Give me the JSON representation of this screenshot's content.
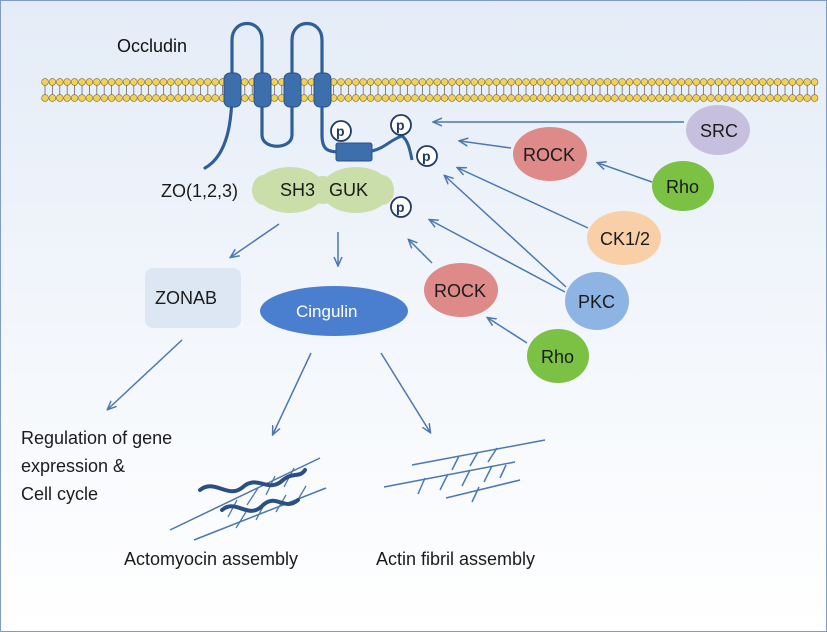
{
  "labels": {
    "occludin": "Occludin",
    "zo": "ZO(1,2,3)",
    "sh3": "SH3",
    "guk": "GUK",
    "zonab": "ZONAB",
    "cingulin": "Cingulin",
    "regulation_line1": "Regulation of gene",
    "regulation_line2": "expression &",
    "regulation_line3": "Cell cycle",
    "actomyocin": "Actomyocin assembly",
    "actin": "Actin fibril assembly",
    "phospho": "p"
  },
  "kinases": {
    "src": "SRC",
    "rock_top": "ROCK",
    "rho_top": "Rho",
    "ck": "CK1/2",
    "pkc": "PKC",
    "rock_bottom": "ROCK",
    "rho_bottom": "Rho"
  },
  "colors": {
    "background_top": "#e4ecf7",
    "arrow": "#4a78b0",
    "membrane_head": "#f2d15a",
    "protein_dark": "#2f5f99",
    "zo_green": "#c9dea9",
    "zonab": "#dde7f3",
    "cingulin": "#4a7fcf",
    "src": "#c6c0de",
    "rock": "#dd8a88",
    "rho": "#7ac144",
    "ck": "#f9cfa8",
    "pkc": "#8db4e2"
  }
}
